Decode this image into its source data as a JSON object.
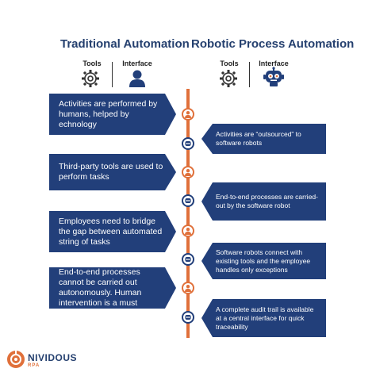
{
  "header": {
    "left_title": "Traditional Automation",
    "right_title": "Robotic Process Automation",
    "left_tools_label": "Tools",
    "left_interface_label": "Interface",
    "right_tools_label": "Tools",
    "right_interface_label": "Interface"
  },
  "left_items": [
    {
      "text": "Activities are performed by humans, helped by echnology"
    },
    {
      "text": "Third-party tools are used to perform tasks"
    },
    {
      "text": "Employees need to bridge the gap between automated string of tasks"
    },
    {
      "text": "End-to-end processes cannot be carried out autonomously. Human intervention is a must"
    }
  ],
  "right_items": [
    {
      "text": "Activities are “outsourced” to software robots"
    },
    {
      "text": "End-to-end processes are carried-out by the software robot"
    },
    {
      "text": "Software robots connect with existing tools and the employee handles only exceptions"
    },
    {
      "text": "A complete audit trail is available at a central interface for quick traceability"
    }
  ],
  "logo": {
    "name": "NIVIDOUS",
    "sub": "RPA"
  },
  "colors": {
    "navy": "#223f7a",
    "orange": "#e0703a",
    "title": "#25406f"
  },
  "icons": {
    "tools": "gear-icon",
    "human": "person-icon",
    "robot": "robot-icon",
    "node_left": "person-icon",
    "node_right": "robot-icon"
  }
}
